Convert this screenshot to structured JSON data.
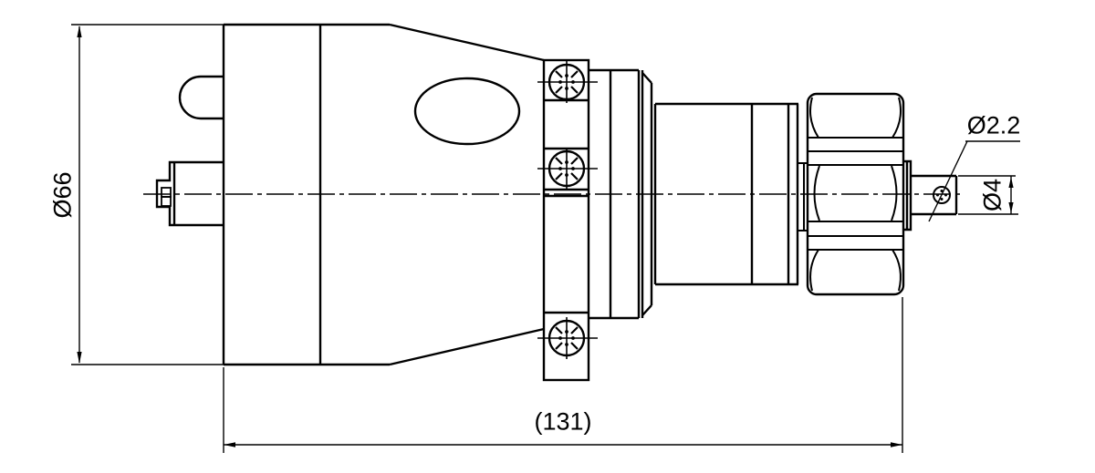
{
  "drawing_labels": {
    "body_diameter": "Ø66",
    "overall_length": "(131)",
    "tip_hole_diameter": "Ø2.2",
    "pin_diameter": "Ø4"
  },
  "symbols": {
    "screw_symbol": "circle-cross-screw",
    "centerline_style": "dash-dot"
  },
  "colors": {
    "line": "#000000",
    "background": "#ffffff"
  }
}
